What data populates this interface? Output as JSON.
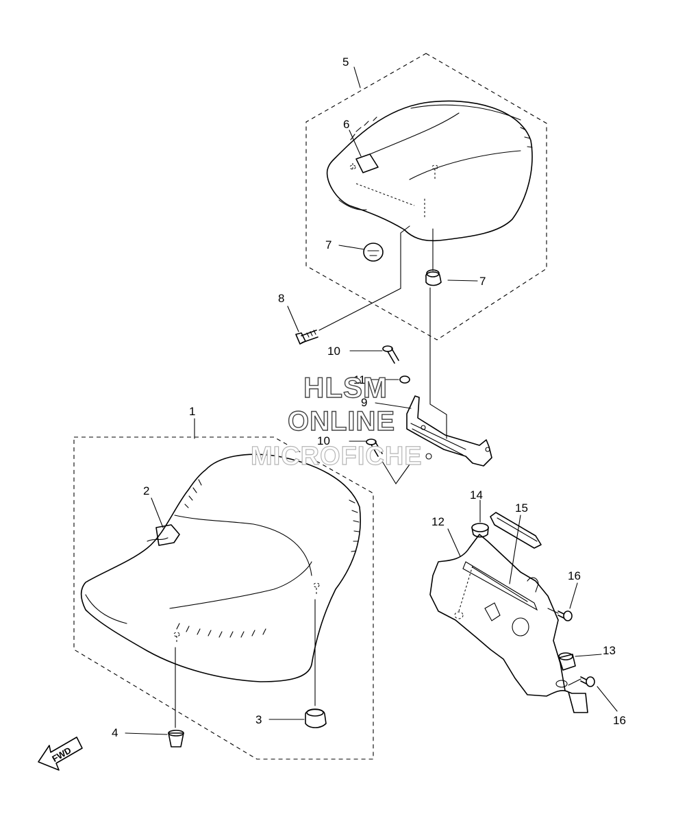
{
  "callouts": {
    "c1": "1",
    "c2": "2",
    "c3": "3",
    "c4": "4",
    "c5": "5",
    "c6": "6",
    "c7a": "7",
    "c7b": "7",
    "c8": "8",
    "c9": "9",
    "c10a": "10",
    "c10b": "10",
    "c11": "11",
    "c12": "12",
    "c13": "13",
    "c14": "14",
    "c15": "15",
    "c16a": "16",
    "c16b": "16"
  },
  "watermark": {
    "line1": "HLSM",
    "line2": "ONLINE",
    "line3": "MICROFICHE"
  },
  "fwd_label": "FWD"
}
